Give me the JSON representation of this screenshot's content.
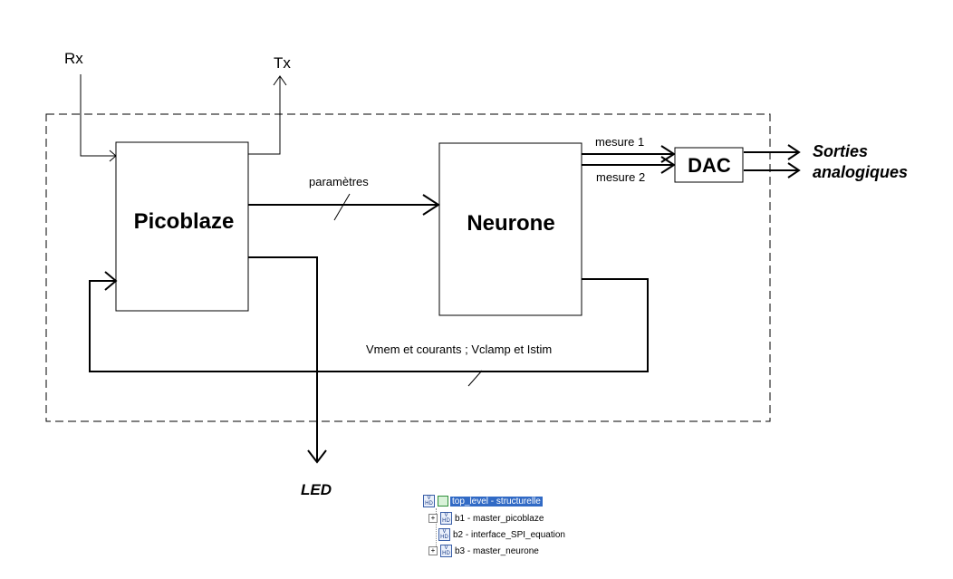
{
  "labels": {
    "rx": "Rx",
    "tx": "Tx",
    "picoblaze": "Picoblaze",
    "neurone": "Neurone",
    "dac": "DAC",
    "parametres": "paramètres",
    "mesure1": "mesure 1",
    "mesure2": "mesure 2",
    "sorties_line1": "Sorties",
    "sorties_line2": "analogiques",
    "feedback": "Vmem et courants ; Vclamp et Istim",
    "led": "LED"
  },
  "tree": {
    "root": "top_level - structurelle",
    "items": [
      {
        "label": "b1 - master_picoblaze",
        "expandable": "+"
      },
      {
        "label": "b2 - interface_SPI_equation",
        "expandable": ""
      },
      {
        "label": "b3 - master_neurone",
        "expandable": "+"
      }
    ]
  }
}
